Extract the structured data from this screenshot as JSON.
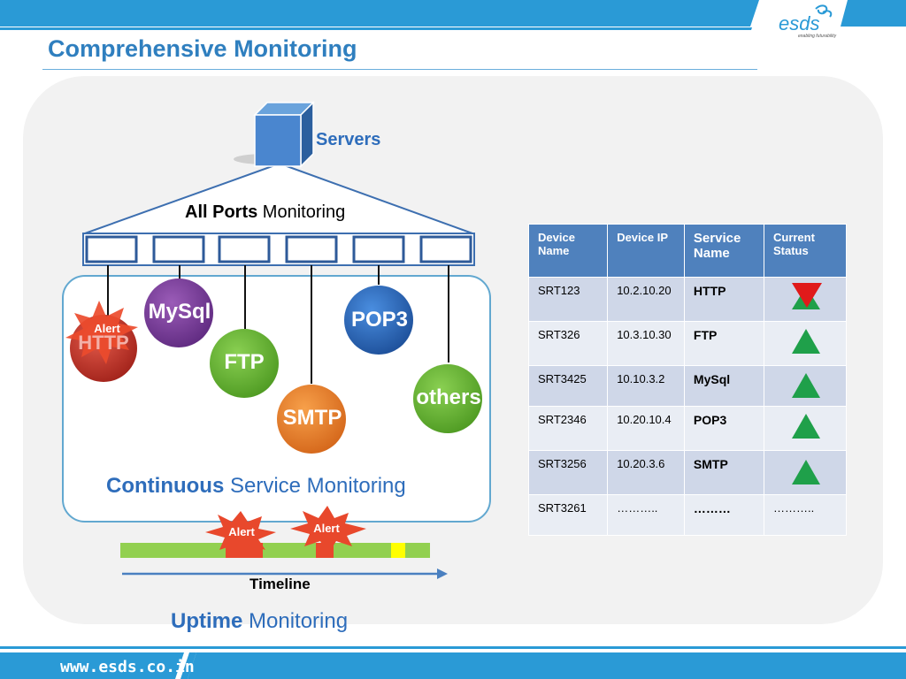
{
  "header": {
    "title": "Comprehensive Monitoring",
    "logo": {
      "text": "esds",
      "tagline": "enabling futurability"
    }
  },
  "diagram": {
    "servers_label": "Servers",
    "ports_label": {
      "bold": "All Ports",
      "rest": " Monitoring"
    },
    "services": [
      {
        "label": "HTTP",
        "color": "#c0392b"
      },
      {
        "label": "MySql",
        "color": "#7f3f98"
      },
      {
        "label": "FTP",
        "color": "#6ab23a"
      },
      {
        "label": "SMTP",
        "color": "#e67e22"
      },
      {
        "label": "POP3",
        "color": "#2e6dbb"
      },
      {
        "label": "others",
        "color": "#78b83a"
      }
    ],
    "http_alert": "Alert",
    "continuous_label": {
      "bold": "Continuous",
      "rest": " Service Monitoring"
    },
    "timeline_alerts": [
      "Alert",
      "Alert"
    ],
    "timeline_label": "Timeline",
    "uptime_label": {
      "bold": "Uptime",
      "rest": " Monitoring"
    }
  },
  "table": {
    "headers": [
      "Device Name",
      "Device IP",
      "Service Name",
      "Current Status"
    ],
    "rows": [
      {
        "name": "SRT123",
        "ip": "10.2.10.20",
        "service": "HTTP",
        "status": "down"
      },
      {
        "name": "SRT326",
        "ip": "10.3.10.30",
        "service": "FTP",
        "status": "up"
      },
      {
        "name": "SRT3425",
        "ip": "10.10.3.2",
        "service": "MySql",
        "status": "up"
      },
      {
        "name": "SRT2346",
        "ip": "10.20.10.4",
        "service": "POP3",
        "status": "up"
      },
      {
        "name": "SRT3256",
        "ip": "10.20.3.6",
        "service": "SMTP",
        "status": "up"
      },
      {
        "name": "SRT3261",
        "ip": "………..",
        "service": "………",
        "status_text": "………..",
        "status": "none"
      }
    ]
  },
  "footer": {
    "url": "www.esds.co.in"
  },
  "colors": {
    "accent": "#2f7fbf",
    "status_up": "#1fa04a",
    "status_down": "#e01a1a",
    "alert": "#e8482c",
    "table_header": "#4f81bd"
  }
}
